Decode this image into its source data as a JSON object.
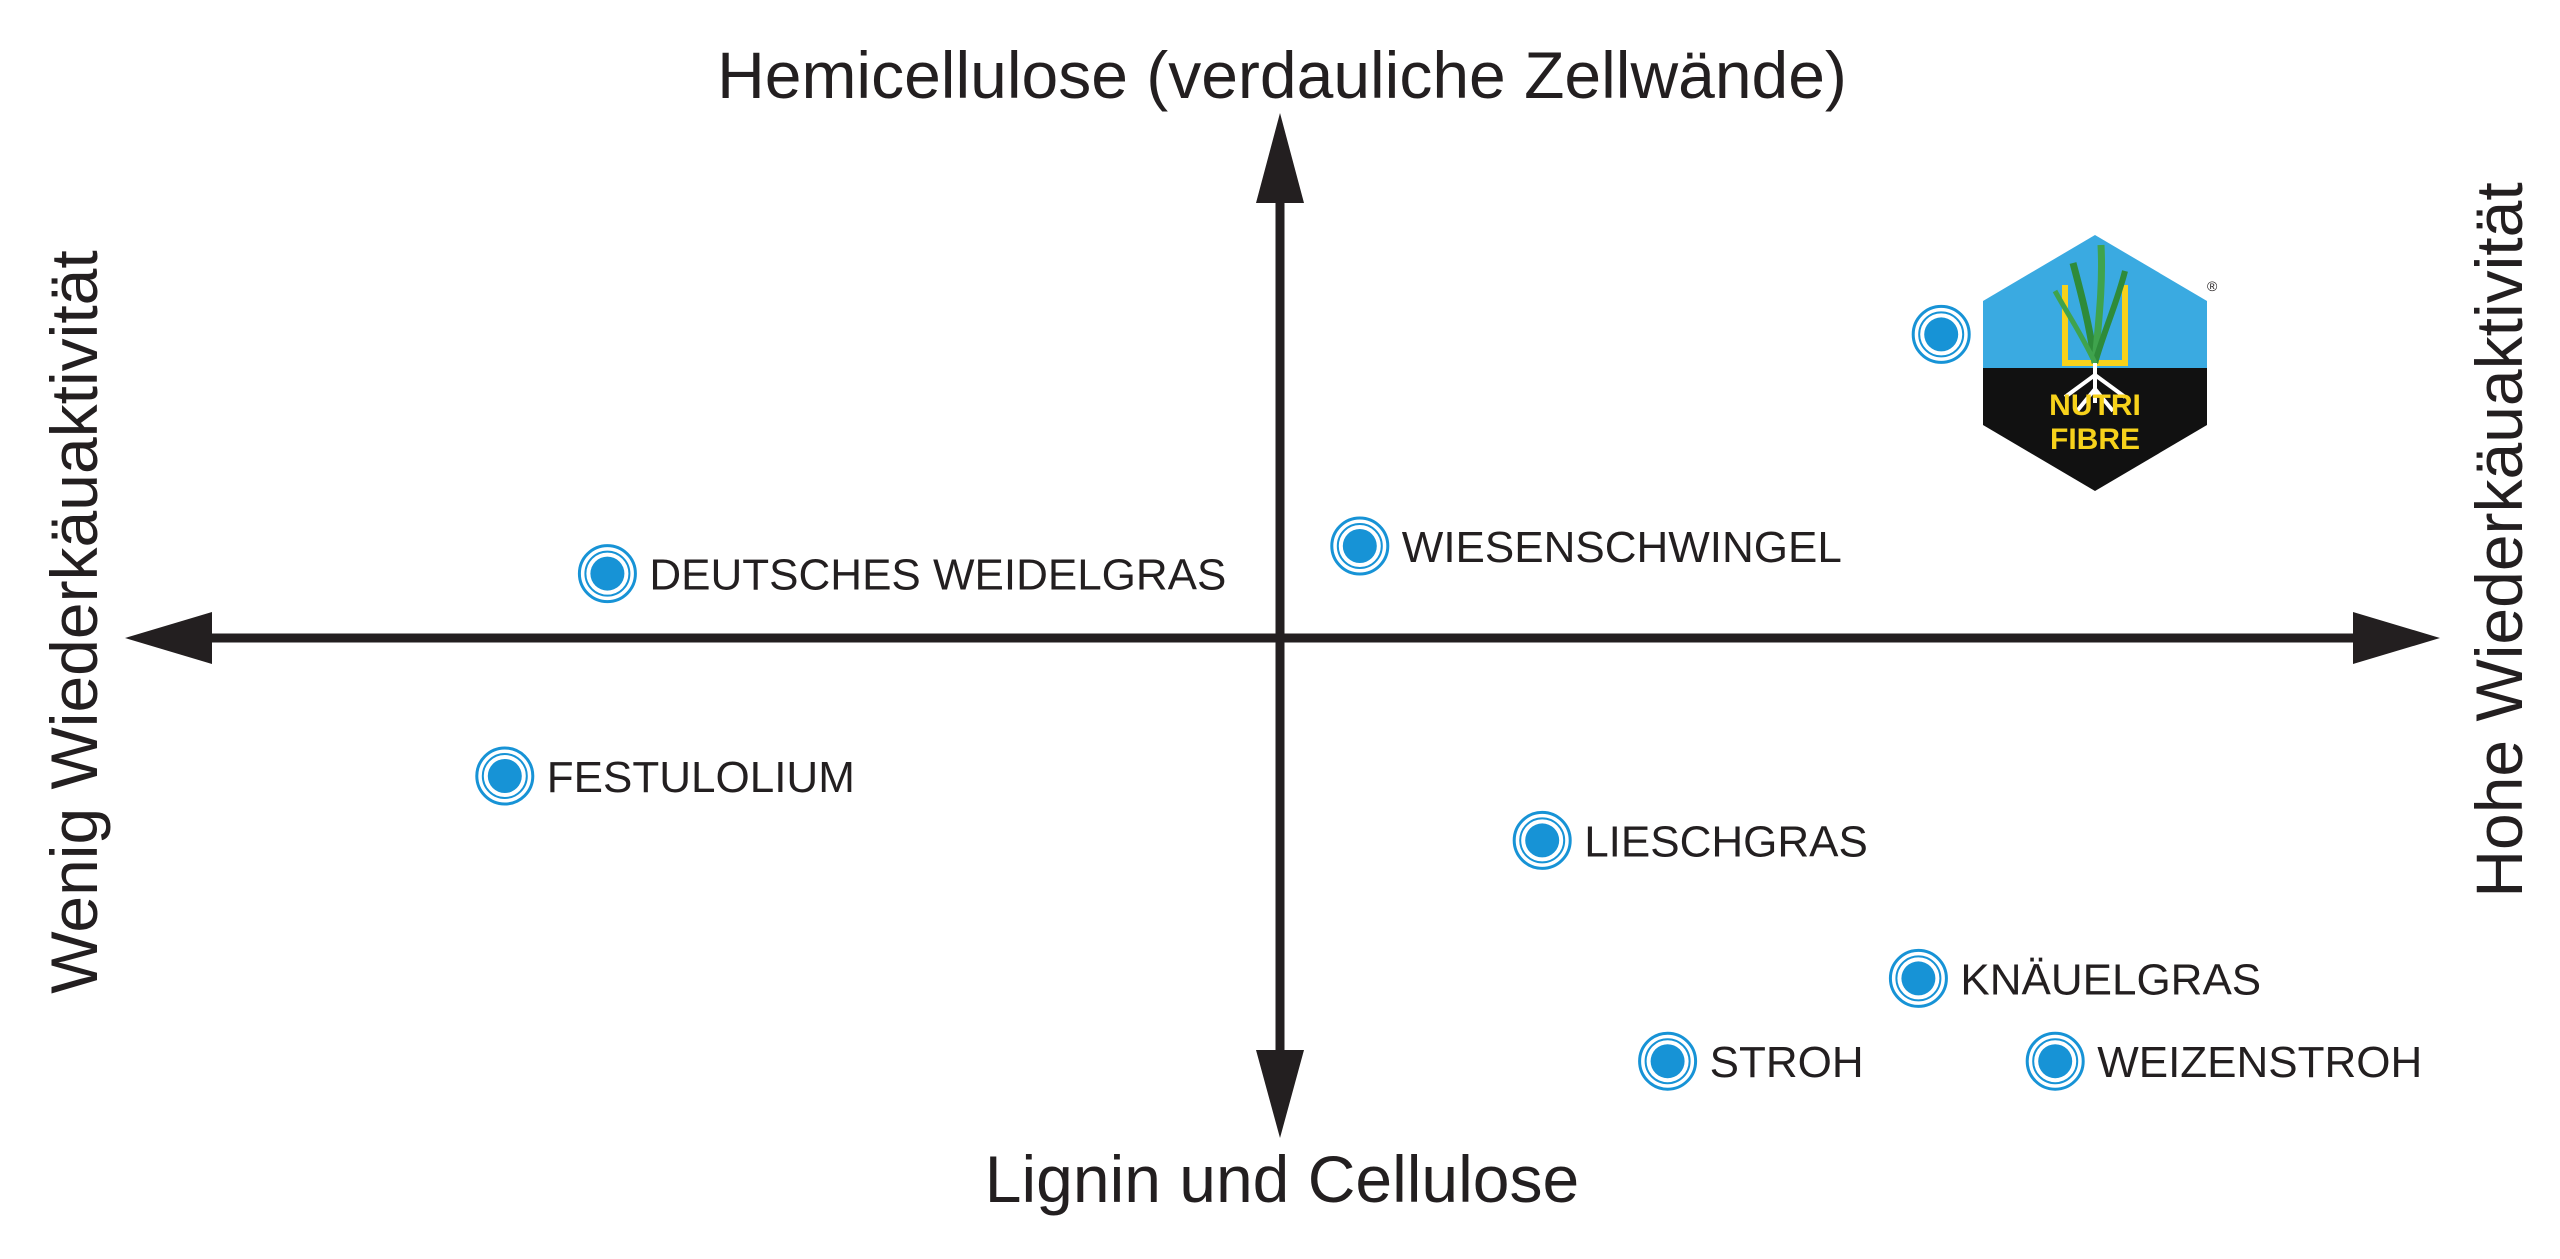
{
  "chart_data": {
    "type": "scatter",
    "title": "",
    "axes": {
      "top_label": "Hemicellulose (verdauliche Zellwände)",
      "bottom_label": "Lignin und Cellulose",
      "left_label": "Wenig Wiederkäuaktivität",
      "right_label": "Hohe Wiederkäuaktivität"
    },
    "xlim": [
      -10,
      10
    ],
    "ylim": [
      -6,
      6
    ],
    "grid": false,
    "legend": "none",
    "points": [
      {
        "label": "DEUTSCHES WEIDELGRAS",
        "x": -5.9,
        "y": 0.7
      },
      {
        "label": "WIESENSCHWINGEL",
        "x": 0.7,
        "y": 1.0
      },
      {
        "label": "FESTULOLIUM",
        "x": -6.8,
        "y": -1.5
      },
      {
        "label": "LIESCHGRAS",
        "x": 2.3,
        "y": -2.2
      },
      {
        "label": "KNÄUELGRAS",
        "x": 5.6,
        "y": -3.7
      },
      {
        "label": "STROH",
        "x": 3.4,
        "y": -4.6
      },
      {
        "label": "WEIZENSTROH",
        "x": 6.8,
        "y": -4.6
      },
      {
        "label": "",
        "x": 5.8,
        "y": 3.3,
        "marker": "nutri-fibre-logo"
      }
    ],
    "logo": {
      "lines": [
        "NUTRI",
        "FIBRE"
      ],
      "mark": "®",
      "colors": {
        "top": "#3aaae1",
        "bottom": "#111111",
        "text": "#f7d21b",
        "stem": "#2e8b3a"
      }
    },
    "colors": {
      "axis": "#231f20",
      "marker_fill": "#1793d6",
      "marker_ring": "#1793d6",
      "text": "#231f20"
    }
  }
}
